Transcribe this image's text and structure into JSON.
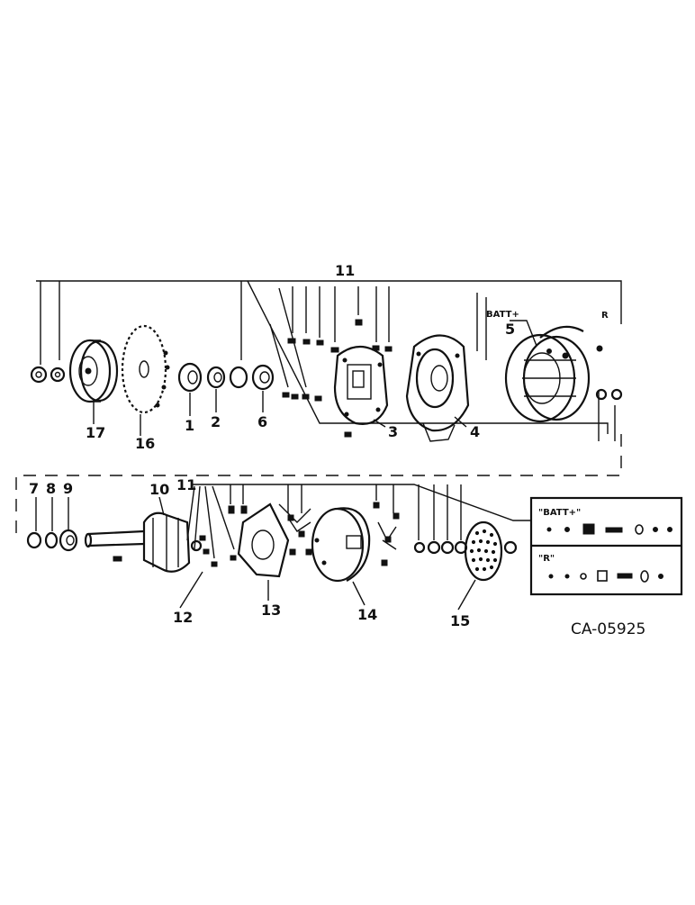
{
  "diagram": {
    "code": "CA-05925",
    "callouts": {
      "n1": "1",
      "n2": "2",
      "n3": "3",
      "n4": "4",
      "n5": "5",
      "n6": "6",
      "n7": "7",
      "n8": "8",
      "n9": "9",
      "n10": "10",
      "n11a": "11",
      "n11b": "11",
      "n12": "12",
      "n13": "13",
      "n14": "14",
      "n15": "15",
      "n16": "16",
      "n17": "17"
    },
    "terminals": {
      "batt": "BATT+",
      "r": "R",
      "inset_batt": "\"BATT+\"",
      "inset_r": "\"R\""
    }
  }
}
